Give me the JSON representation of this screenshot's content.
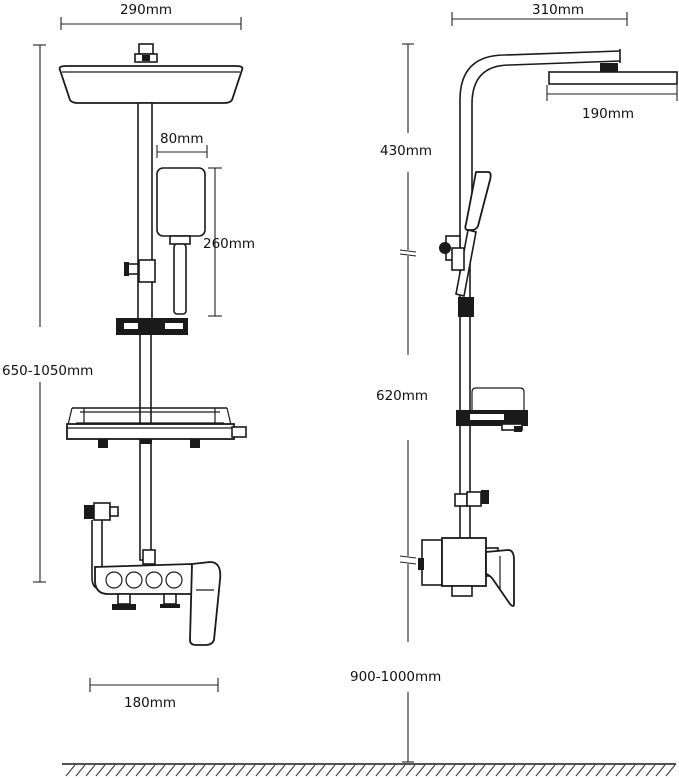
{
  "dimensions": {
    "front_head_width": "290mm",
    "handheld_width": "80mm",
    "handheld_height": "260mm",
    "total_height": "650-1050mm",
    "valve_width": "180mm",
    "side_arm_reach": "310mm",
    "side_head_width": "190mm",
    "upper_riser": "430mm",
    "lower_riser": "620mm",
    "floor_height": "900-1000mm"
  },
  "colors": {
    "line": "#1a1a1a",
    "background": "#ffffff"
  }
}
